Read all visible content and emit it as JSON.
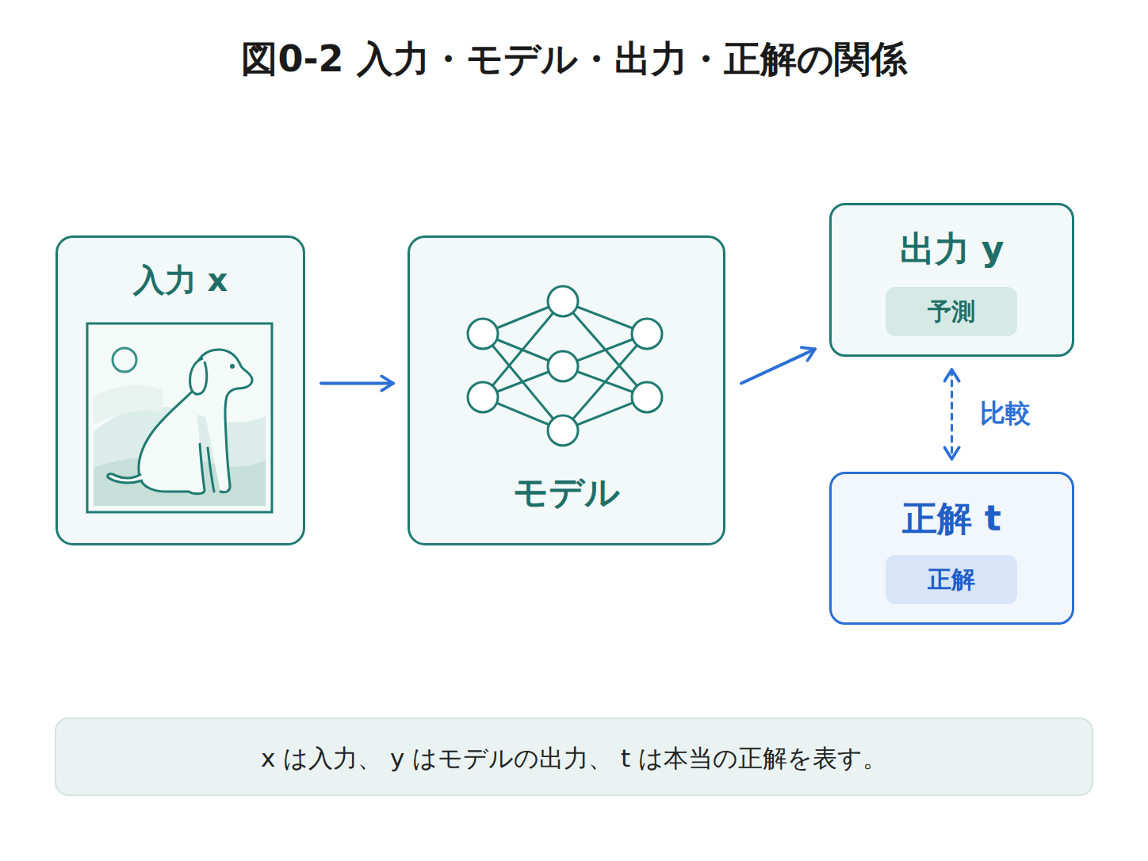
{
  "diagram": {
    "title": "図0-2 入力・モデル・出力・正解の関係",
    "caption": "x は入力、 y はモデルの出力、 t は本当の正解を表す。",
    "nodes": [
      {
        "text": [
          "入力 x"
        ]
      },
      {
        "text": [
          "モデル"
        ]
      },
      {
        "text": [
          "出力 y"
        ]
      },
      {
        "text": [
          "予測"
        ],
        "in": 2
      },
      {
        "text": [
          "正解 t"
        ]
      },
      {
        "text": [
          "正解"
        ],
        "in": 4
      }
    ],
    "edges": [
      {
        "from": 0,
        "to": 1,
        "arrow": "to"
      },
      {
        "from": 1,
        "to": 2,
        "arrow": "to"
      },
      {
        "from": 2,
        "to": 4,
        "label": "比較",
        "arrow": "both"
      }
    ]
  }
}
